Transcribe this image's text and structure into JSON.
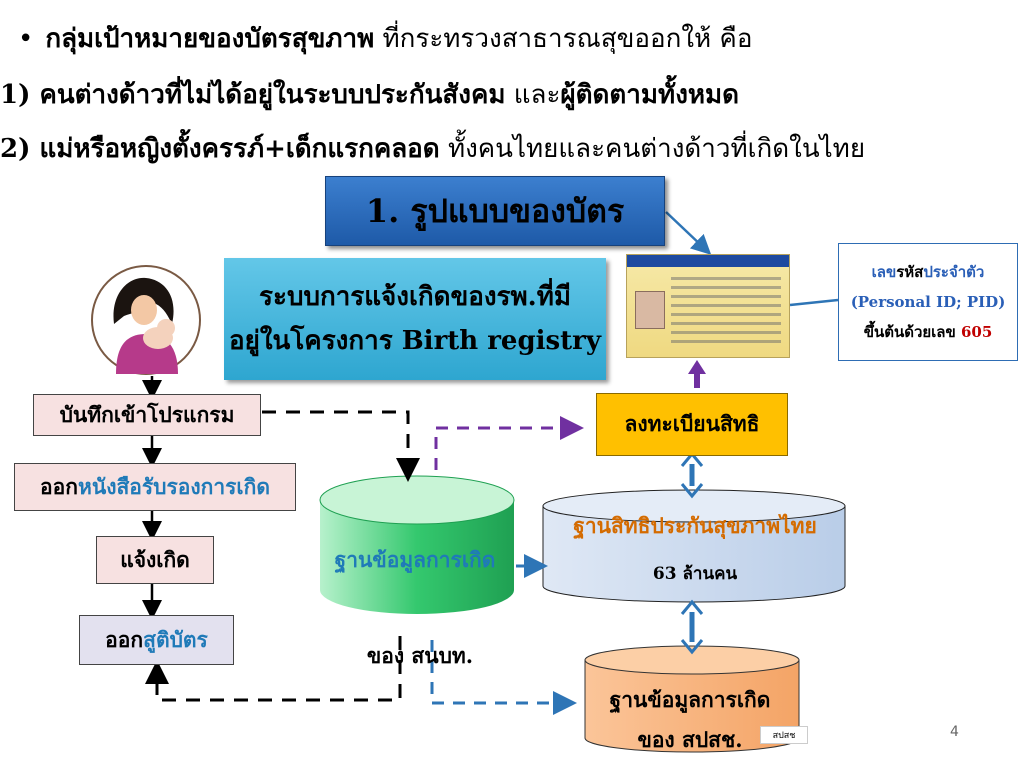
{
  "header": {
    "line1_bold": "กลุ่มเป้าหมายของบัตรสุขภาพ",
    "line1_rest": " ที่กระทรวงสาธารณสุขออกให้ คือ",
    "line2_bold1": "1) คนต่างด้าวที่ไม่ได้อยู่ในระบบประกันสังคม",
    "line2_mid": " และ",
    "line2_bold2": "ผู้ติดตามทั้งหมด",
    "line3_bold": "2) แม่หรือหญิงตั้งครรภ์+เด็กแรกคลอด",
    "line3_rest": " ทั้งคนไทยและคนต่างด้าวที่เกิดในไทย"
  },
  "card_format_label": "1. รูปแบบของบัตร",
  "birth_registry": {
    "line1": "ระบบการแจ้งเกิดของรพ.ที่มี",
    "line2": "อยู่ในโครงการ Birth registry"
  },
  "pid_box": {
    "part1_a": "เลข",
    "part1_b": "รหัส",
    "part1_c": "ประจำตัว",
    "line2": "(Personal ID; PID)",
    "line3_text": "ขึ้นต้นด้วยเลข ",
    "line3_num": "605"
  },
  "flow": {
    "record": "บันทึกเข้าโปรแกรม",
    "certificate_prefix": "ออก",
    "certificate_highlight": "หนังสือรับรองการเกิด",
    "notify": "แจ้งเกิด",
    "cert_issue_prefix": "ออก",
    "cert_issue_highlight": "สูติบัตร"
  },
  "register_label": "ลงทะเบียนสิทธิ",
  "birth_db": {
    "label": "ฐานข้อมูลการเกิด",
    "owner": "ของ สนบท."
  },
  "uc_db": {
    "label": "ฐานสิทธิประกันสุขภาพไทย",
    "count": "63 ล้านคน"
  },
  "nso_db": {
    "line1": "ฐานข้อมูลการเกิด",
    "line2": "ของ สปสช."
  },
  "nso_logo": "สปสช",
  "page_number": "4",
  "colors": {
    "card_box": "#2a6bbd",
    "birth_reg_box": "#3fb0da",
    "register_box": "#ffc000",
    "birth_db": "#2ecc71",
    "uc_db": "#c6d9f1",
    "nso_db": "#f9b27a",
    "purple_arrow": "#7030a0",
    "blue_arrow": "#2e75b6"
  }
}
